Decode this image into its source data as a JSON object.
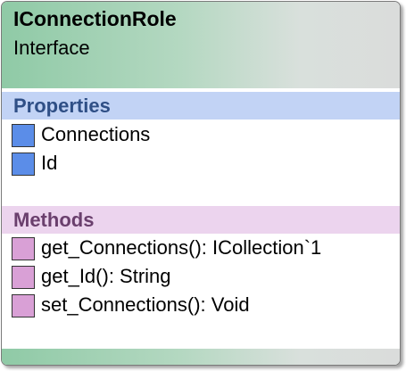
{
  "classifier": {
    "name": "IConnectionRole",
    "kind": "Interface"
  },
  "properties": {
    "title": "Properties",
    "items": [
      {
        "label": "Connections"
      },
      {
        "label": "Id"
      }
    ]
  },
  "methods": {
    "title": "Methods",
    "items": [
      {
        "label": "get_Connections(): ICollection`1"
      },
      {
        "label": "get_Id(): String"
      },
      {
        "label": "set_Connections(): Void"
      }
    ]
  },
  "colors": {
    "header_gradient_start": "#8fcaa6",
    "header_gradient_end": "#dadcdb",
    "properties_band": "#c2d3f5",
    "properties_swatch": "#5b8de8",
    "methods_band": "#ecd4ee",
    "methods_swatch": "#d9a0d6"
  }
}
